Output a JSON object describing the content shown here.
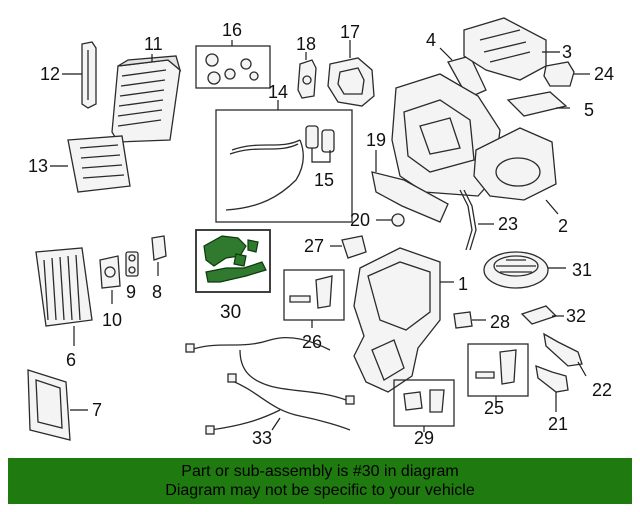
{
  "diagram": {
    "labels": [
      "1",
      "2",
      "3",
      "4",
      "5",
      "6",
      "7",
      "8",
      "9",
      "10",
      "11",
      "12",
      "13",
      "14",
      "15",
      "16",
      "17",
      "18",
      "19",
      "20",
      "21",
      "22",
      "23",
      "24",
      "25",
      "26",
      "27",
      "28",
      "29",
      "30",
      "31",
      "32",
      "33"
    ],
    "highlight_part": "30",
    "highlight_color": "#2f7a2f"
  },
  "banner": {
    "line1": "Part or sub-assembly is #30 in diagram",
    "line2": "Diagram may not be specific to your vehicle",
    "background": "#1f7a10"
  }
}
